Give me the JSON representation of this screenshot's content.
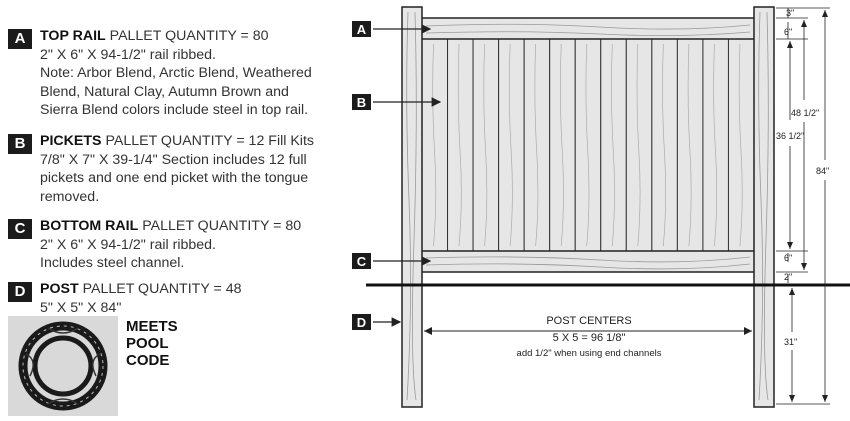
{
  "specs": [
    {
      "letter": "A",
      "title": "TOP RAIL",
      "qty": "PALLET QUANTITY = 80",
      "lines": [
        "2\" X 6\" X 94-1/2\" rail ribbed.",
        "Note: Arbor Blend, Arctic Blend, Weathered",
        "Blend, Natural Clay, Autumn Brown and",
        "Sierra Blend colors include steel in top rail."
      ]
    },
    {
      "letter": "B",
      "title": "PICKETS",
      "qty": "PALLET QUANTITY = 12 Fill Kits",
      "lines": [
        "7/8\" X 7\" X 39-1/4\" Section includes 12 full",
        "pickets and one end picket with the tongue",
        "removed."
      ]
    },
    {
      "letter": "C",
      "title": "BOTTOM RAIL",
      "qty": "PALLET QUANTITY = 80",
      "lines": [
        "2\" X 6\" X 94-1/2\" rail ribbed.",
        "Includes steel channel."
      ]
    },
    {
      "letter": "D",
      "title": "POST",
      "qty": "PALLET QUANTITY = 48",
      "lines": [
        "5\" X 5\" X 84\""
      ]
    }
  ],
  "pool_code": [
    "MEETS",
    "POOL",
    "CODE"
  ],
  "diagram": {
    "labels": {
      "a": "A",
      "b": "B",
      "c": "C",
      "d": "D"
    },
    "post_centers": "POST CENTERS",
    "post_formula": "5 X 5 = 96 1/8\"",
    "post_note": "add 1/2\" when using end channels",
    "dims": {
      "top_gap": "3\"",
      "top_rail": "6\"",
      "picket_height": "36 1/2\"",
      "section_height": "48 1/2\"",
      "bottom_rail": "6\"",
      "bottom_gap": "2\"",
      "post_total": "84\"",
      "below_ground": "31\""
    }
  },
  "colors": {
    "fence_fill": "#e6e6e6",
    "outline": "#222222",
    "badge": "#1b1b1b",
    "grain": "#9a9a9a"
  }
}
